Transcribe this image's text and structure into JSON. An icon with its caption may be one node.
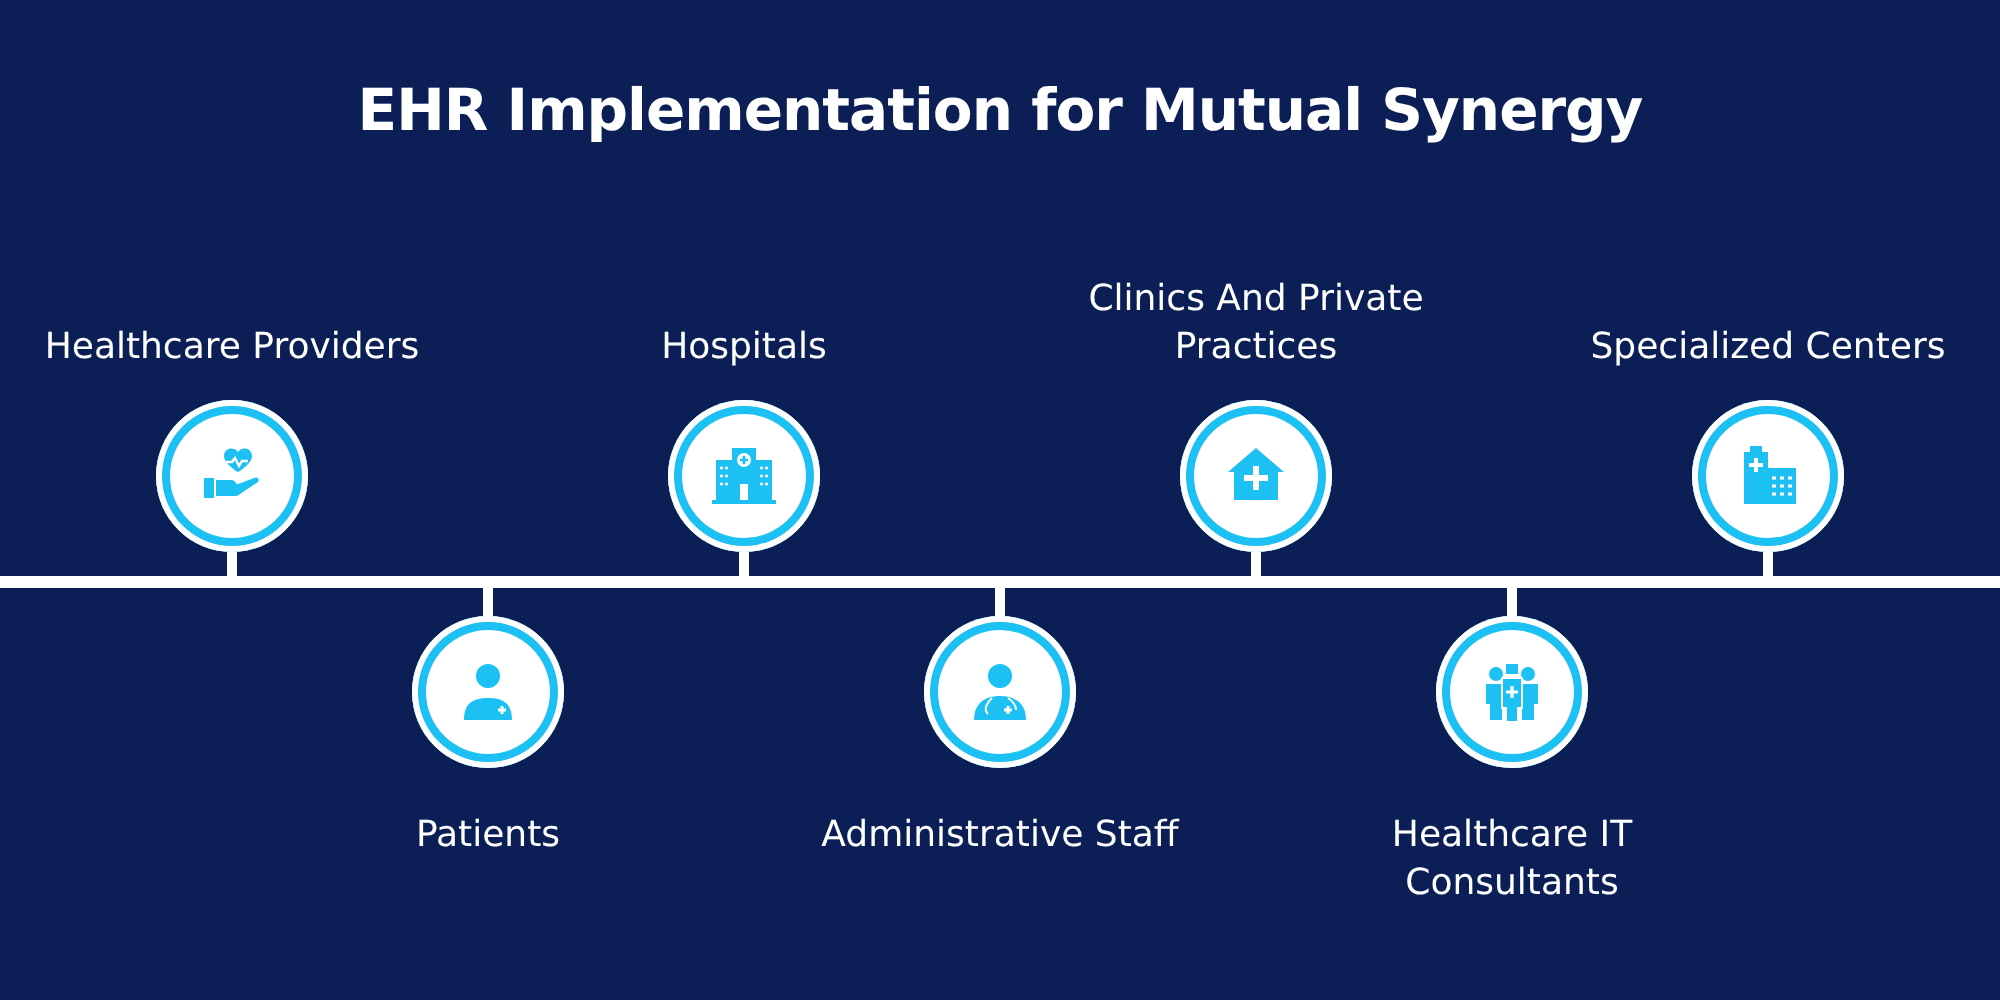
{
  "diagram": {
    "title": "EHR Implementation for Mutual Synergy",
    "nodes": [
      {
        "text": [
          "Healthcare Providers"
        ]
      },
      {
        "text": [
          "Patients"
        ]
      },
      {
        "text": [
          "Hospitals"
        ]
      },
      {
        "text": [
          "Administrative Staff"
        ]
      },
      {
        "text": [
          "Clinics And Private Practices"
        ]
      },
      {
        "text": [
          "Healthcare IT Consultants"
        ]
      },
      {
        "text": [
          "Specialized Centers"
        ]
      }
    ]
  }
}
